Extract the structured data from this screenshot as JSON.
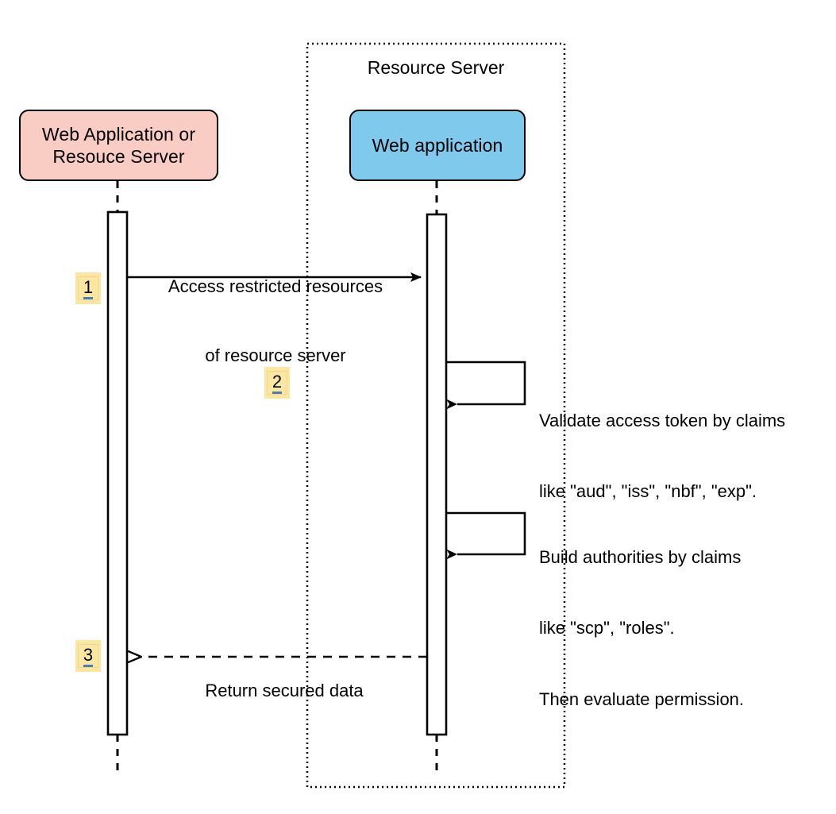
{
  "diagram": {
    "type": "sequence-diagram",
    "title": "OAuth2 resource server access sequence",
    "background": "#ffffff",
    "colors": {
      "actor_client_fill": "#f9ccc4",
      "actor_server_fill": "#7fc9ec",
      "stroke": "#000000",
      "step_marker_fill": "#fbe6a2",
      "step_marker_underline": "#4a7ebb"
    }
  },
  "group": {
    "label": "Resource Server",
    "border_style": "dotted"
  },
  "participants": [
    {
      "id": "client",
      "label_line1": "Web Application or",
      "label_line2": "Resouce Server",
      "fill": "#f9ccc4"
    },
    {
      "id": "resource-web-app",
      "label": "Web application",
      "fill": "#7fc9ec"
    }
  ],
  "messages": [
    {
      "step": "1",
      "kind": "call",
      "arrow": "solid",
      "from": "client",
      "to": "resource-web-app",
      "label_line1": "Access restricted resources",
      "label_line2": "of resource server"
    },
    {
      "step": "2",
      "kind": "self-call",
      "arrow": "solid",
      "from": "resource-web-app",
      "to": "resource-web-app",
      "note_line1": "Validate access token by claims",
      "note_line2": "like \"aud\", \"iss\", \"nbf\", \"exp\"."
    },
    {
      "step": "",
      "kind": "self-call",
      "arrow": "solid",
      "from": "resource-web-app",
      "to": "resource-web-app",
      "note_line1": "Build authorities by claims",
      "note_line2": "like \"scp\", \"roles\".",
      "note_line3": "Then evaluate permission."
    },
    {
      "step": "3",
      "kind": "return",
      "arrow": "dashed",
      "from": "resource-web-app",
      "to": "client",
      "label_line1": "Return secured data"
    }
  ]
}
